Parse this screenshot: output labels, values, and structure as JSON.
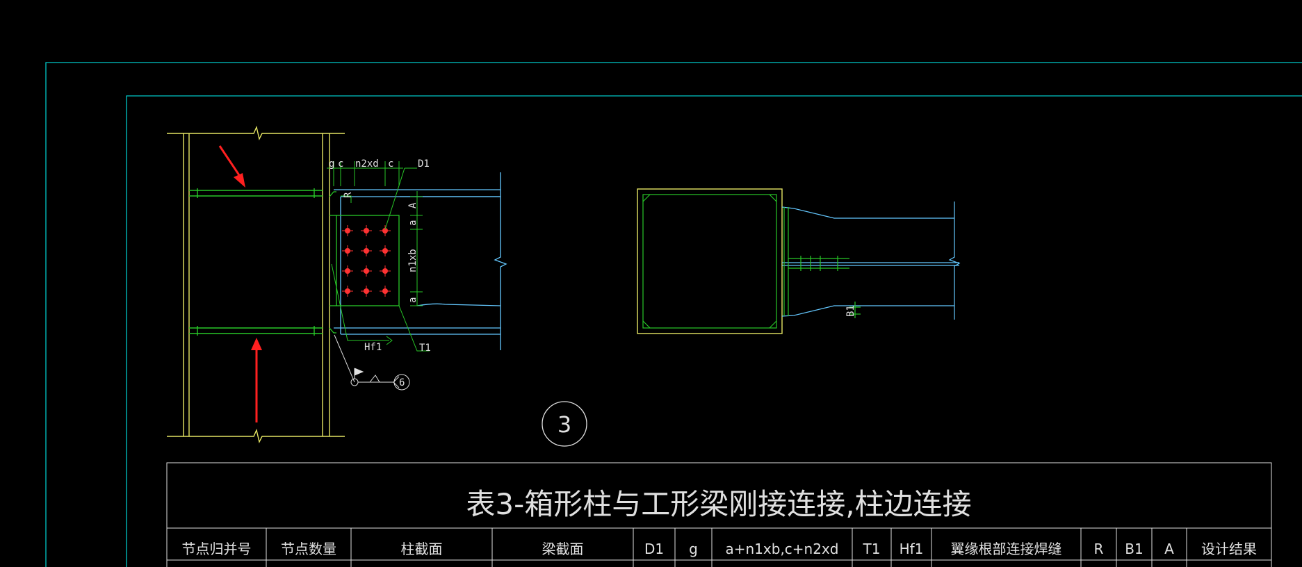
{
  "colors": {
    "background": "#000000",
    "frame": "#00c8c8",
    "column": "#e6e664",
    "plate": "#28c828",
    "beam": "#64c8ff",
    "bolt": "#ff3232",
    "arrow": "#ff2020",
    "text": "#e0e0e0"
  },
  "drawing": {
    "elevation": {
      "dims": {
        "g": "g",
        "c1": "c",
        "n2xd": "n2xd",
        "c2": "c",
        "D1": "D1",
        "R": "R",
        "A": "A",
        "a1": "a",
        "n1xb": "n1xb",
        "a2": "a",
        "Hf1": "Hf1",
        "T1": "T1",
        "weld": "6"
      },
      "bolt_grid": {
        "rows": 4,
        "cols": 3
      }
    },
    "plan": {
      "dims": {
        "B1": "B1"
      }
    },
    "detail_number": "3",
    "icons": {
      "weld": "weld-symbol-icon",
      "arrow": "red-arrow-icon",
      "break": "break-line-icon"
    }
  },
  "table": {
    "title": "表3-箱形柱与工形梁刚接连接,柱边连接",
    "headers": [
      "节点归并号",
      "节点数量",
      "柱截面",
      "梁截面",
      "D1",
      "g",
      "a+n1xb,c+n2xd",
      "T1",
      "Hf1",
      "翼缘根部连接焊缝",
      "R",
      "B1",
      "A",
      "设计结果"
    ]
  }
}
